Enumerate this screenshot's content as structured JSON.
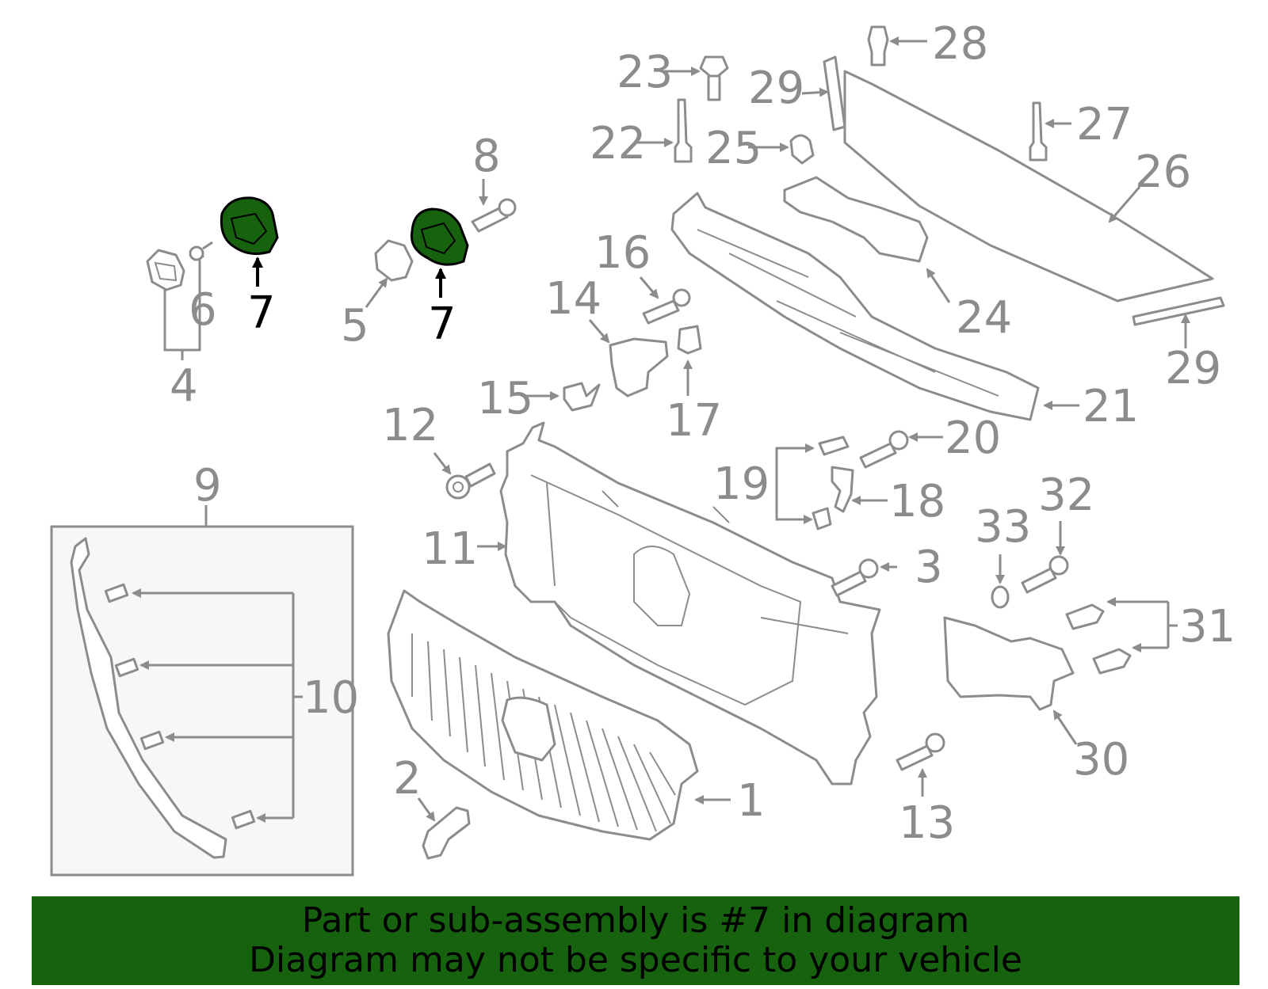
{
  "colors": {
    "highlight": "#16620f",
    "line": "#8c8c8c",
    "banner_bg": "#16620f",
    "banner_text": "#000000"
  },
  "callouts": [
    "1",
    "2",
    "3",
    "4",
    "5",
    "6",
    "7",
    "7",
    "8",
    "9",
    "10",
    "11",
    "12",
    "13",
    "14",
    "15",
    "16",
    "17",
    "18",
    "19",
    "20",
    "21",
    "22",
    "23",
    "24",
    "25",
    "26",
    "27",
    "28",
    "29",
    "29",
    "30",
    "31",
    "32",
    "33"
  ],
  "highlighted_part": "7",
  "banner": {
    "line1": "Part or sub-assembly is #7 in diagram",
    "line2": "Diagram may not be specific to your vehicle"
  }
}
